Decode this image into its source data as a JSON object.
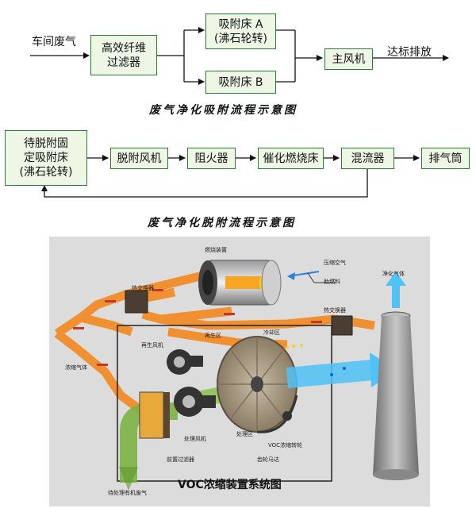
{
  "adsorption": {
    "input_label": "车间废气",
    "filter": [
      "高效纤维",
      "过滤器"
    ],
    "bed_a": [
      "吸附床 A",
      "(沸石轮转)"
    ],
    "bed_b": "吸附床 B",
    "main_fan": "主风机",
    "output_label": "达标排放",
    "title": "废气净化吸附流程示意图"
  },
  "desorption": {
    "bed": [
      "待脱附固",
      "定吸附床",
      "(沸石轮转)"
    ],
    "desorb_fan": "脱附风机",
    "flame_arrester": "阻火器",
    "catalytic_burner": "催化燃烧床",
    "mixer": "混流器",
    "exhaust_stack": "排气筒",
    "title": "废气净化脱附流程示意图"
  },
  "voc_system": {
    "caption": "VOC浓缩装置系统图",
    "labels": {
      "combustion": "燃烧装置",
      "compressed_air": "压缩空气",
      "auxiliary_fuel": "助燃料",
      "clean_gas": "净化气体",
      "heat_exchanger_left": "热交换器",
      "heat_exchanger_right": "热交换器",
      "regen_fan": "再生风机",
      "regen_zone": "再生区",
      "cooling_zone": "冷却区",
      "concentrated_gas": "浓缩气体",
      "process_fan": "处理风机",
      "process_zone": "处理区",
      "voc_wheel": "VOC浓缩转轮",
      "pre_filter": "前置过滤器",
      "gear_motor": "齿轮马达",
      "raw_gas": "待处理有机废气"
    },
    "colors": {
      "hot_duct": "#f28c28",
      "raw_flow": "#7cb342",
      "clean_flow": "#4fc3f7",
      "wheel": "#9e8f7a"
    }
  }
}
